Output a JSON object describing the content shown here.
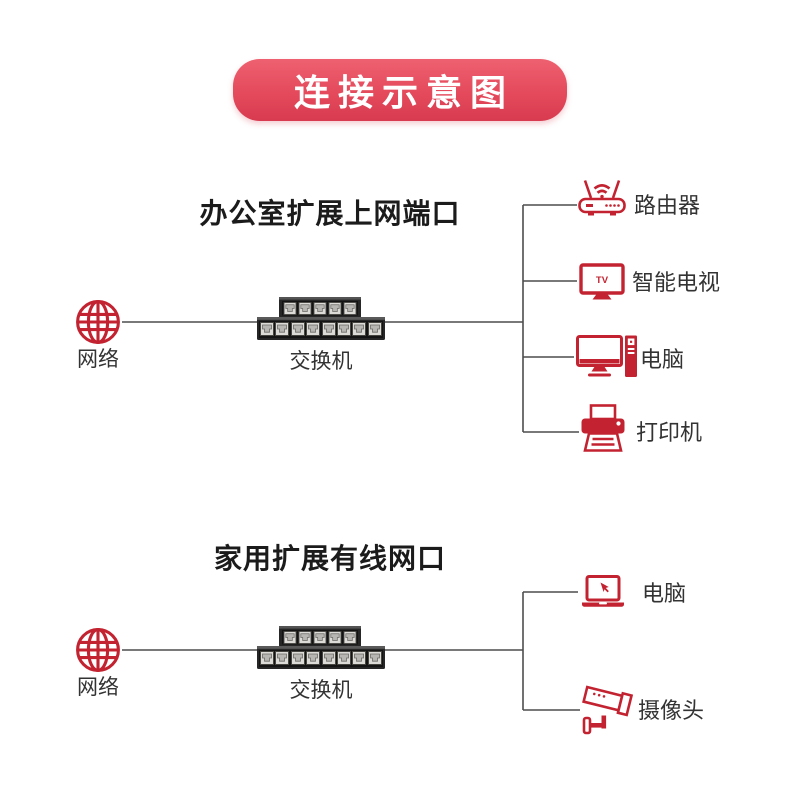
{
  "title": "连接示意图",
  "colors": {
    "accent_red": "#c32330",
    "banner_gradient_top": "#ee6170",
    "banner_gradient_bottom": "#d83a4f",
    "connector_line": "#4d4d4d",
    "heading_text": "#1b1b1b",
    "label_text": "#333333",
    "switch_body": "#262626"
  },
  "sections": [
    {
      "id": "office",
      "title": "办公室扩展上网端口",
      "source": {
        "label": "网络",
        "icon": "globe-icon"
      },
      "hub": {
        "label": "交换机",
        "icon": "network-switch-image"
      },
      "devices": [
        {
          "label": "路由器",
          "icon": "router-icon"
        },
        {
          "label": "智能电视",
          "icon": "tv-icon",
          "tv_label": "TV"
        },
        {
          "label": "电脑",
          "icon": "desktop-computer-icon"
        },
        {
          "label": "打印机",
          "icon": "printer-icon"
        }
      ]
    },
    {
      "id": "home",
      "title": "家用扩展有线网口",
      "source": {
        "label": "网络",
        "icon": "globe-icon"
      },
      "hub": {
        "label": "交换机",
        "icon": "network-switch-image"
      },
      "devices": [
        {
          "label": "电脑",
          "icon": "laptop-icon"
        },
        {
          "label": "摄像头",
          "icon": "cctv-camera-icon"
        }
      ]
    }
  ]
}
